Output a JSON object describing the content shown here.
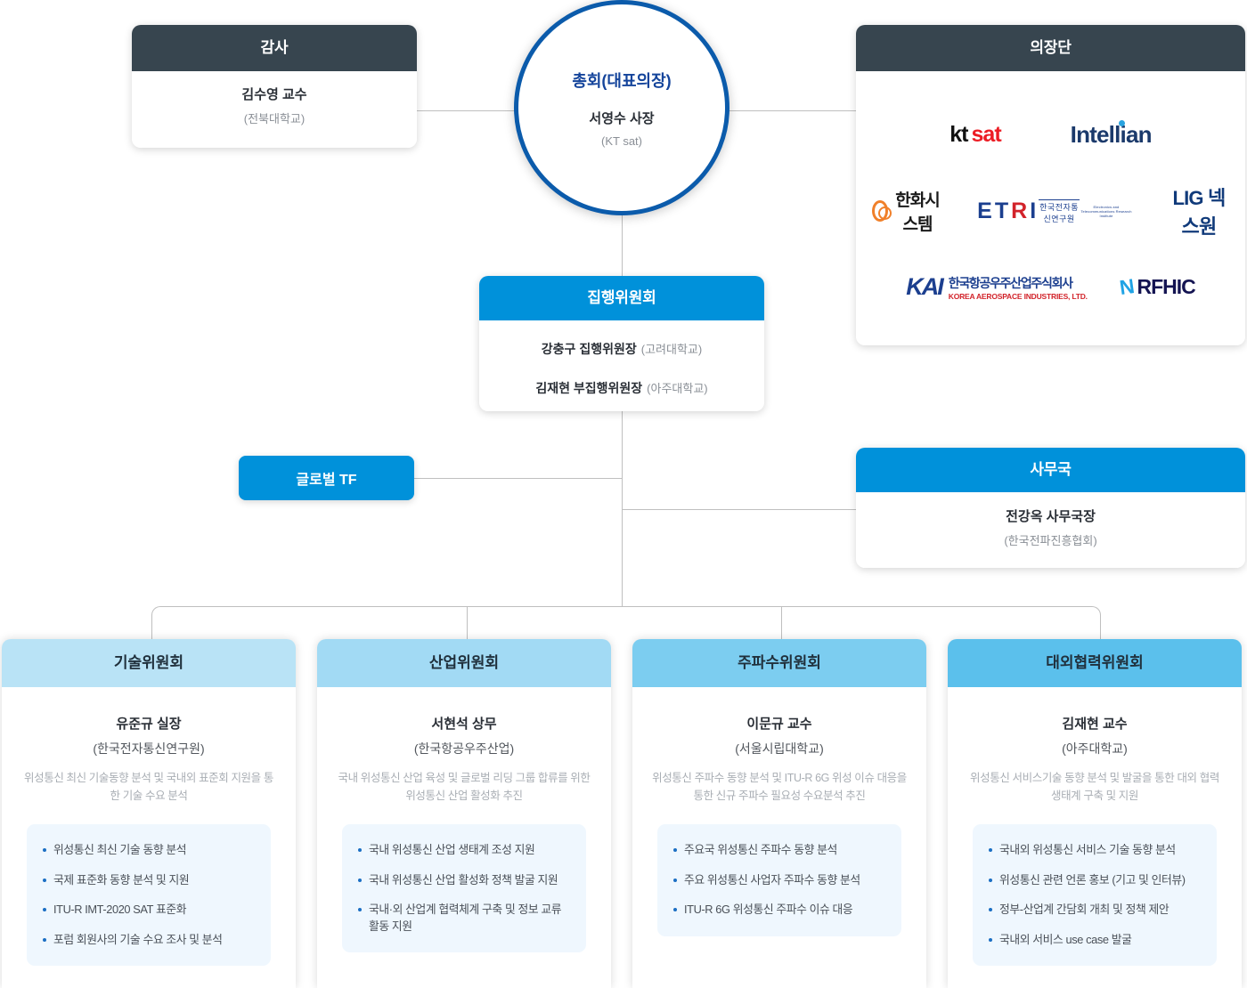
{
  "assembly": {
    "title": "총회(대표의장)",
    "name": "서영수 사장",
    "org": "(KT sat)"
  },
  "audit": {
    "header": "감사",
    "name": "김수영 교수",
    "org": "(전북대학교)"
  },
  "chair_group": {
    "header": "의장단",
    "logos": [
      {
        "name": "kt-sat-logo",
        "text": "kt sat"
      },
      {
        "name": "intellian-logo",
        "text": "Intellian"
      },
      {
        "name": "hanwha-systems-logo",
        "text": "한화시스템"
      },
      {
        "name": "etri-logo",
        "text": "ETRI",
        "ko": "한국전자통신연구원",
        "en": "Electronics and Telecommunications Research Institute"
      },
      {
        "name": "lig-nex1-logo",
        "text": "LIG 넥스원"
      },
      {
        "name": "kai-logo",
        "text": "KAI",
        "ko": "한국항공우주산업주식회사",
        "en": "KOREA AEROSPACE INDUSTRIES, LTD."
      },
      {
        "name": "rfhic-logo",
        "text": "RFHIC"
      }
    ],
    "kt": "kt",
    "sat": "sat",
    "intellian": "Intellian",
    "hanwha": "한화시스템",
    "etri_big_et": "ET",
    "etri_big_r": "R",
    "etri_big_i": "I",
    "etri_ko": "한국전자통신연구원",
    "etri_en": "Electronics and Telecommunications Research Institute",
    "lig": "LIG 넥스원",
    "kai_mark": "KAI",
    "kai_ko": "한국항공우주산업주식회사",
    "kai_en": "KOREA AEROSPACE INDUSTRIES, LTD.",
    "rfhic_mark": "N",
    "rfhic": "RFHIC"
  },
  "executive": {
    "header": "집행위원회",
    "rows": [
      {
        "name": "강충구 집행위원장",
        "org": "(고려대학교)"
      },
      {
        "name": "김재현 부집행위원장",
        "org": "(아주대학교)"
      }
    ]
  },
  "global_tf": {
    "label": "글로벌 TF"
  },
  "office": {
    "header": "사무국",
    "name": "전강옥 사무국장",
    "org": "(한국전파진흥협회)"
  },
  "committees": [
    {
      "header": "기술위원회",
      "head_color": "#b9e3f6",
      "name": "유준규 실장",
      "org": "(한국전자통신연구원)",
      "desc": "위성통신 최신 기술동향 분석 및 국내외 표준회 지원을 통한 기술 수요 분석",
      "items": [
        "위성통신 최신 기술 동향 분석",
        "국제 표준화 동향 분석 및 지원",
        "ITU-R IMT-2020 SAT 표준화",
        "포럼 회원사의 기술 수요 조사 및 분석"
      ]
    },
    {
      "header": "산업위원회",
      "head_color": "#a2daf4",
      "name": "서현석 상무",
      "org": "(한국항공우주산업)",
      "desc": "국내 위성통신 산업 육성 및 글로벌 리딩 그룹 합류를 위한 위성통신 산업 활성화 추진",
      "items": [
        "국내 위성통신 산업 생태계 조성 지원",
        "국내 위성통신 산업 활성화 정책 발굴 지원",
        "국내·외 산업계 협력체계 구축 및 정보 교류 활동 지원"
      ]
    },
    {
      "header": "주파수위원회",
      "head_color": "#7ccdf0",
      "name": "이문규 교수",
      "org": "(서울시립대학교)",
      "desc": "위성통신 주파수 동향 분석 및 ITU-R 6G 위성 이슈 대응을 통한 신규 주파수 필요성 수요분석 추진",
      "items": [
        "주요국 위성통신 주파수 동향 분석",
        "주요 위성통신 사업자 주파수 동향 분석",
        "ITU-R 6G 위성통신 주파수 이슈 대응"
      ]
    },
    {
      "header": "대외협력위원회",
      "head_color": "#5bc0ec",
      "name": "김재현 교수",
      "org": "(아주대학교)",
      "desc": "위성통신 서비스기술 동향 분석 및 발굴을 통한 대외 협력 생태계 구축 및 지원",
      "items": [
        "국내외 위성통신 서비스 기술 동향 분석",
        "위성통신 관련 언론 홍보 (기고 및 인터뷰)",
        "정부-산업계 간담회 개최 및 정책 제안",
        "국내외 서비스 use case 발굴"
      ]
    }
  ],
  "colors": {
    "dark_header": "#37454f",
    "vivid_blue": "#0091da",
    "circle_border": "#0b5bab",
    "assembly_title": "#14449b",
    "connector": "#bfbfbf",
    "list_bg": "#eff7fe",
    "bullet": "#1b6fc4"
  }
}
